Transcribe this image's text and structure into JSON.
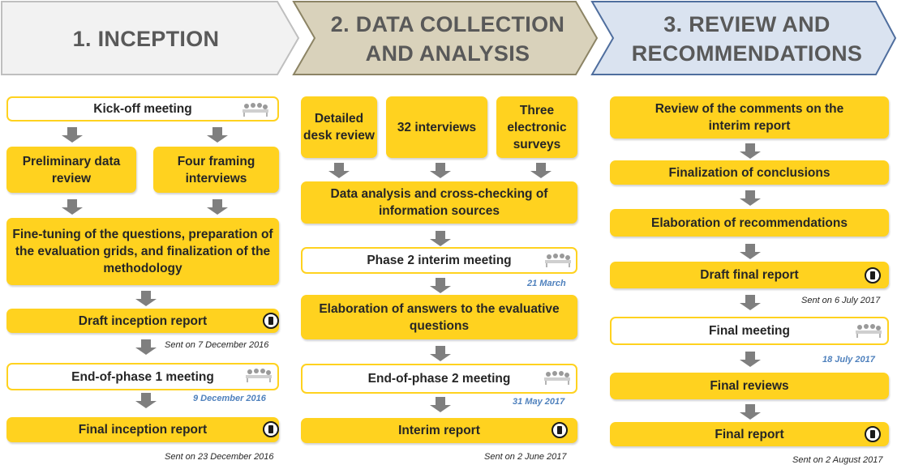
{
  "phases": [
    {
      "title": "1. INCEPTION",
      "steps": {
        "kickoff": "Kick-off meeting",
        "prelim": "Preliminary data review",
        "framing": "Four framing interviews",
        "finetune": "Fine-tuning of the questions, preparation of the evaluation grids, and finalization of the methodology",
        "draft": "Draft inception report",
        "draft_note": "Sent on 7 December 2016",
        "endmeeting": "End-of-phase 1 meeting",
        "endmeeting_date": "9 December 2016",
        "final": "Final inception report",
        "final_note": "Sent on 23 December 2016"
      }
    },
    {
      "title": "2. DATA COLLECTION AND ANALYSIS",
      "steps": {
        "desk": "Detailed desk review",
        "interviews": "32 interviews",
        "surveys": "Three electronic surveys",
        "analysis": "Data analysis and cross-checking of information sources",
        "interim_meeting": "Phase 2 interim meeting",
        "interim_meeting_date": "21 March",
        "answers": "Elaboration of answers to the evaluative questions",
        "endmeeting": "End-of-phase 2 meeting",
        "endmeeting_date": "31 May 2017",
        "report": "Interim report",
        "report_note": "Sent on 2 June 2017"
      }
    },
    {
      "title": "3. REVIEW AND RECOMMENDATIONS",
      "steps": {
        "review": "Review of the comments on the interim report",
        "conclusions": "Finalization of conclusions",
        "recommendations": "Elaboration of recommendations",
        "draft": "Draft final report",
        "draft_note": "Sent on 6 July 2017",
        "final_meeting": "Final meeting",
        "final_meeting_date": "18 July 2017",
        "final_reviews": "Final reviews",
        "final_report": "Final report",
        "final_report_note": "Sent on 2 August 2017"
      }
    }
  ],
  "colors": {
    "phase1_fill": "#f2f2f2",
    "phase1_border": "#bfbfbf",
    "phase2_fill": "#d9d2bb",
    "phase2_border": "#8c8465",
    "phase3_fill": "#dae3f0",
    "phase3_border": "#4f6e9e",
    "box_yellow": "#ffd21f",
    "arrow_gray": "#7f7f7f",
    "date_blue": "#4f81bd"
  },
  "icons": {
    "document": "document-icon",
    "meeting": "meeting-people-icon"
  }
}
